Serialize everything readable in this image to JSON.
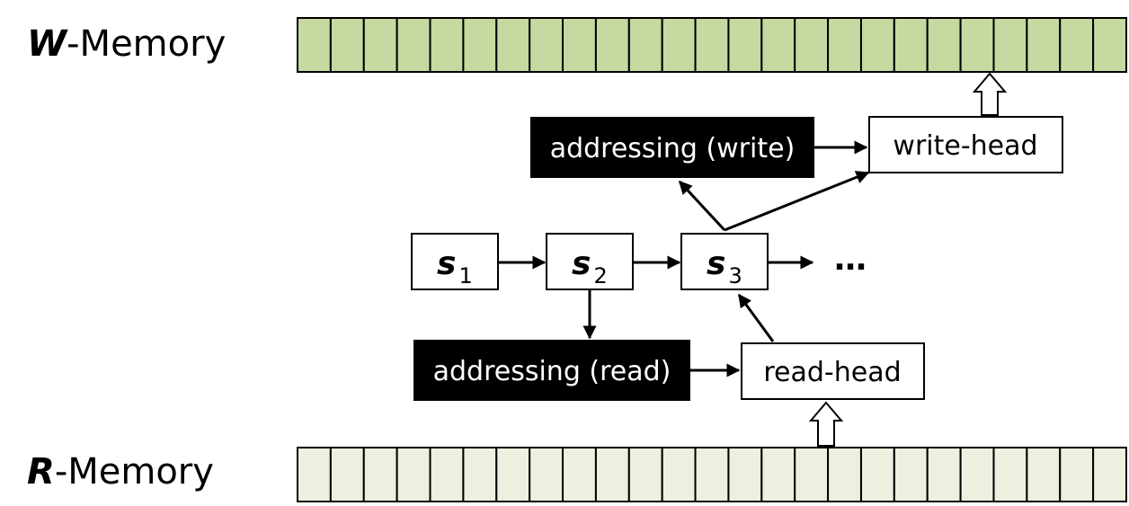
{
  "memories": {
    "write": {
      "symbol": "W",
      "suffix": "-Memory",
      "cells": 25,
      "fill": "#c5d9a0"
    },
    "read": {
      "symbol": "R",
      "suffix": "-Memory",
      "cells": 25,
      "fill": "#ebf1de"
    }
  },
  "states": [
    {
      "symbol": "s",
      "sub": "1"
    },
    {
      "symbol": "s",
      "sub": "2"
    },
    {
      "symbol": "s",
      "sub": "3"
    }
  ],
  "ellipsis": "…",
  "boxes": {
    "addressing_write": "addressing (write)",
    "write_head": "write-head",
    "addressing_read": "addressing (read)",
    "read_head": "read-head"
  },
  "colors": {
    "stroke": "#000000",
    "dark_box": "#000000",
    "dark_text": "#ffffff"
  }
}
